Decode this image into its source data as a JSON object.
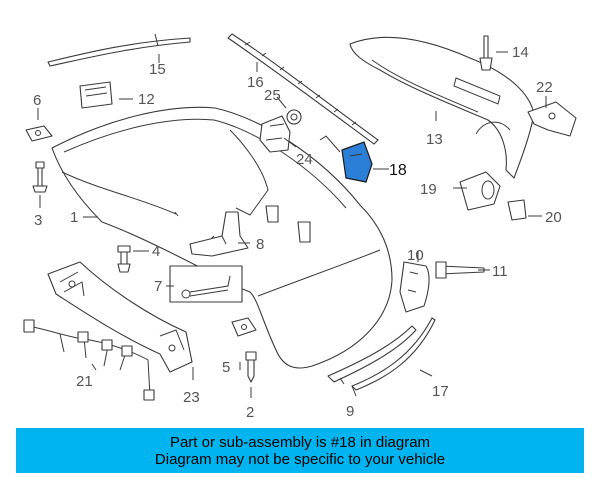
{
  "diagram": {
    "callouts": [
      "1",
      "2",
      "3",
      "4",
      "5",
      "6",
      "7",
      "8",
      "9",
      "10",
      "11",
      "12",
      "13",
      "14",
      "15",
      "16",
      "17",
      "19",
      "20",
      "21",
      "22",
      "23",
      "24",
      "25"
    ],
    "highlighted_callout": "18",
    "highlight_color": "#2b7fd6"
  },
  "banner": {
    "line1": "Part or sub-assembly is #18 in diagram",
    "line2": "Diagram may not be specific to your vehicle",
    "background": "#00b4ef"
  }
}
